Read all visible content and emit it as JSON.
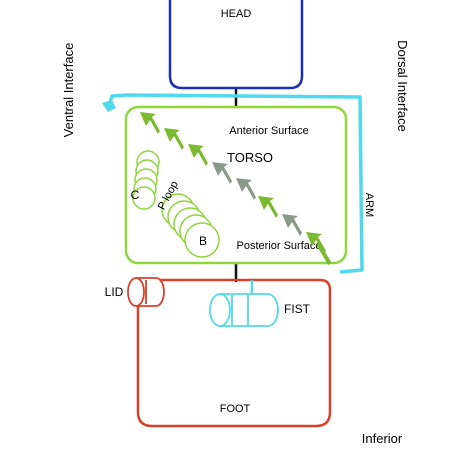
{
  "labels": {
    "head": "HEAD",
    "torso": "TORSO",
    "anterior_surface": "Anterior Surface",
    "posterior_surface": "Posterior Surface",
    "arm": "ARM",
    "p_loop": "P loop",
    "c_domain": "C",
    "b_domain": "B",
    "lid": "LID",
    "fist": "FIST",
    "foot": "FOOT",
    "ventral_interface": "Ventral Interface",
    "dorsal_interface": "Dorsal Interface",
    "inferior": "Inferior"
  },
  "colors": {
    "head": "#1a2fb8",
    "torso": "#8fd63a",
    "arm": "#4fd9ec",
    "foot": "#d9402b",
    "arrows": "#7aba2e",
    "arrow_tip": "#8a9a8a",
    "axis": "#111111"
  }
}
